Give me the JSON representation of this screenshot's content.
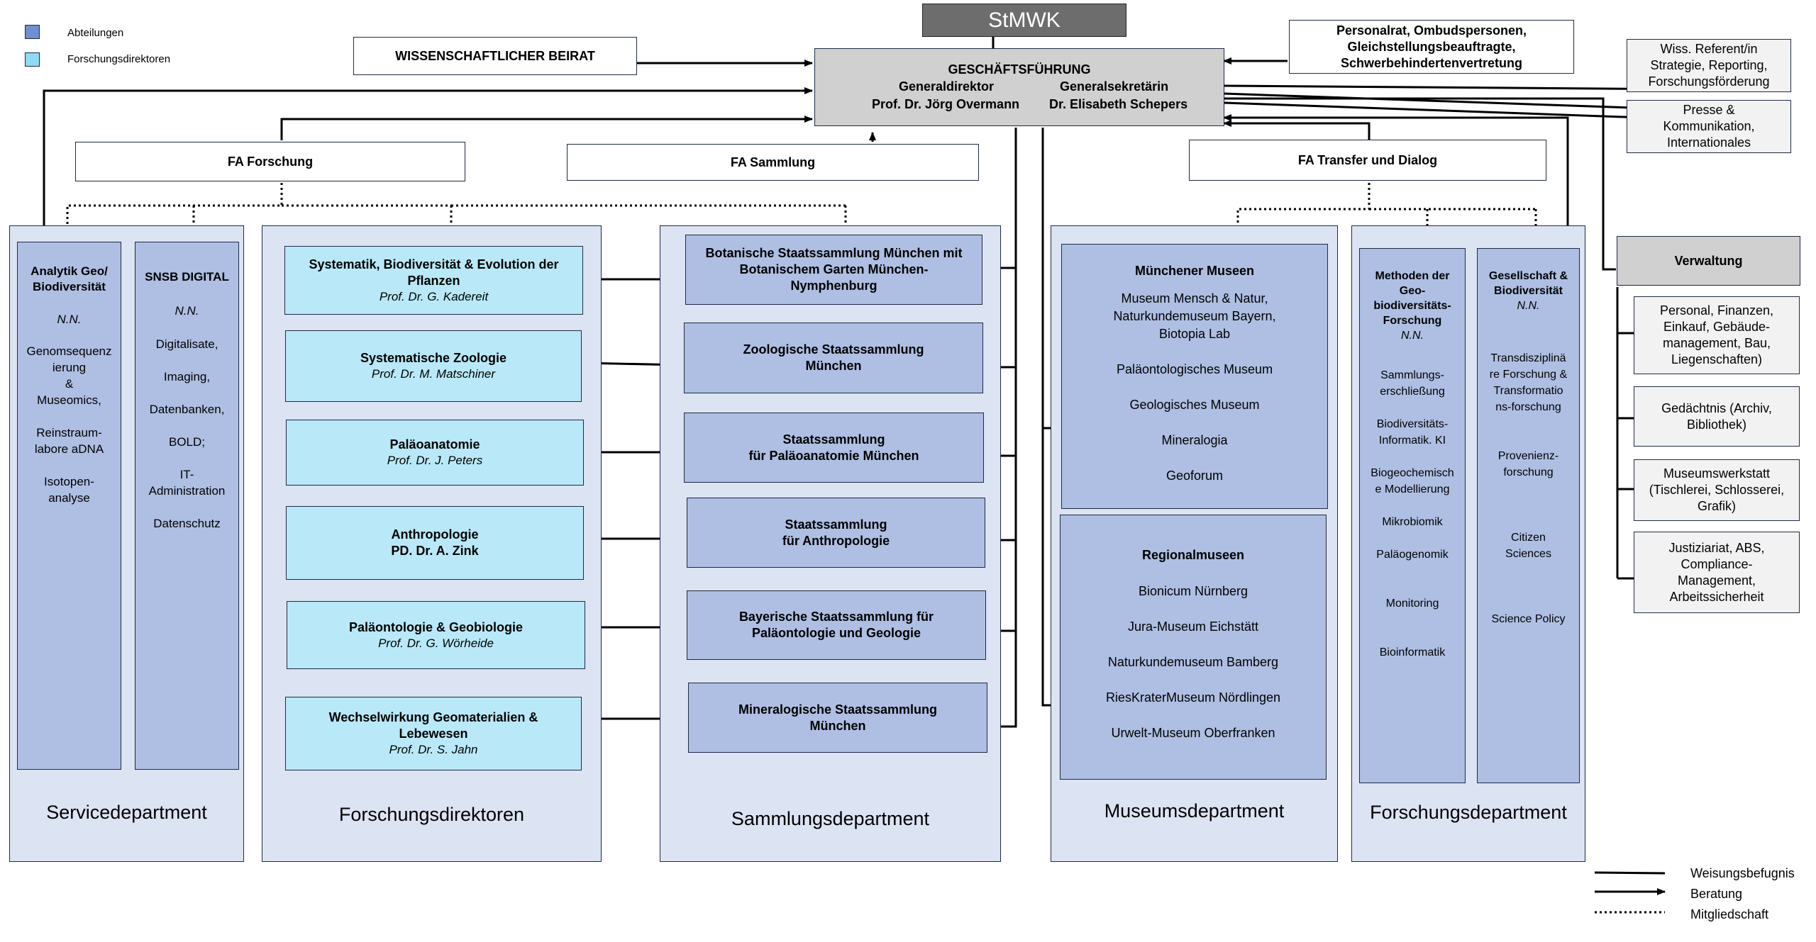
{
  "legend": {
    "abteilungen": "Abteilungen",
    "forschungsdirektoren": "Forschungsdirektoren",
    "weisung": "Weisungsbefugnis",
    "beratung": "Beratung",
    "mitglied": "Mitgliedschaft"
  },
  "colors": {
    "abteilung": "#aebfe3",
    "forschungsdirektor": "#b9e9f8",
    "department": "#dce3f3",
    "stmwk": "#6d6d6d",
    "gf": "#d0d0d0"
  },
  "stmwk": "StMWK",
  "beirat": "WISSENSCHAFTLICHER BEIRAT",
  "gf": {
    "title": "GESCHÄFTSFÜHRUNG",
    "left_role": "Generaldirektor",
    "left_name": "Prof. Dr. Jörg Overmann",
    "right_role": "Generalsekretärin",
    "right_name": "Dr. Elisabeth Schepers"
  },
  "personalrat": [
    "Personalrat, Ombudspersonen,",
    "Gleichstellungsbeauftragte,",
    "Schwerbehindertenvertretung"
  ],
  "referent": [
    "Wiss. Referent/in",
    "Strategie, Reporting,",
    "Forschungsförderung"
  ],
  "presse": [
    "Presse &",
    "Kommunikation,",
    "Internationales"
  ],
  "fa": {
    "forschung": "FA Forschung",
    "sammlung": "FA Sammlung",
    "transfer": "FA Transfer und Dialog"
  },
  "verwaltung": {
    "title": "Verwaltung",
    "items": [
      [
        "Personal, Finanzen,",
        "Einkauf, Gebäude-",
        "management, Bau,",
        "Liegenschaften)"
      ],
      [
        "Gedächtnis (Archiv,",
        "Bibliothek)"
      ],
      [
        "Museumswerkstatt",
        "(Tischlerei, Schlosserei,",
        "Grafik)"
      ],
      [
        "Justiziariat, ABS,",
        "Compliance-",
        "Management,",
        "Arbeitssicherheit"
      ]
    ]
  },
  "service": {
    "label": "Servicedepartment",
    "analytik": {
      "title": [
        "Analytik Geo/",
        "Biodiversität"
      ],
      "nn": "N.N.",
      "items": [
        "Genomsequenz",
        "ierung",
        "&",
        "Museomics,",
        "",
        "Reinstraum-",
        "labore aDNA",
        "",
        "Isotopen-",
        "analyse"
      ]
    },
    "digital": {
      "title": "SNSB DIGITAL",
      "nn": "N.N.",
      "items": [
        "Digitalisate,",
        "",
        "Imaging,",
        "",
        "Datenbanken,",
        "",
        "BOLD;",
        "",
        "IT-",
        "Administration",
        "",
        "Datenschutz"
      ]
    }
  },
  "forschungsdirektoren": {
    "label": "Forschungsdirektoren",
    "items": [
      {
        "title": "Systematik, Biodiversität & Evolution der Pflanzen",
        "person": "Prof. Dr. G. Kadereit"
      },
      {
        "title": "Systematische Zoologie",
        "person": "Prof. Dr. M. Matschiner"
      },
      {
        "title": "Paläoanatomie",
        "person": "Prof. Dr. J. Peters"
      },
      {
        "title": "Anthropologie",
        "person": "PD. Dr. A. Zink"
      },
      {
        "title": "Paläontologie & Geobiologie",
        "person": "Prof. Dr. G. Wörheide"
      },
      {
        "title": "Wechselwirkung Geomaterialien & Lebewesen",
        "person": "Prof. Dr. S. Jahn"
      }
    ]
  },
  "sammlung": {
    "label": "Sammlungsdepartment",
    "items": [
      [
        "Botanische Staatssammlung München mit",
        "Botanischem Garten München-",
        "Nymphenburg"
      ],
      [
        "Zoologische Staatssammlung",
        "München"
      ],
      [
        "Staatssammlung",
        "für Paläoanatomie München"
      ],
      [
        "Staatssammlung",
        "für Anthropologie"
      ],
      [
        "Bayerische Staatssammlung für",
        "Paläontologie und Geologie"
      ],
      [
        "Mineralogische Staatssammlung",
        "München"
      ]
    ]
  },
  "museum": {
    "label": "Museumsdepartment",
    "muenchen": {
      "title": "Münchener Museen",
      "items": [
        "Museum Mensch & Natur,",
        "Naturkundemuseum Bayern,",
        "Biotopia Lab",
        "",
        "Paläontologisches Museum",
        "",
        "Geologisches Museum",
        "",
        "Mineralogia",
        "",
        "Geoforum"
      ]
    },
    "regional": {
      "title": "Regionalmuseen",
      "items": [
        "Bionicum Nürnberg",
        "Jura-Museum Eichstätt",
        "Naturkundemuseum Bamberg",
        "RiesKraterMuseum Nördlingen",
        "Urwelt-Museum Oberfranken"
      ]
    }
  },
  "forschung": {
    "label": "Forschungsdepartment",
    "methoden": {
      "title": [
        "Methoden der",
        "Geo-",
        "biodiversitäts-",
        "Forschung"
      ],
      "nn": "N.N.",
      "items": [
        "Sammlungs-",
        "erschließung",
        "",
        "Biodiversitäts-",
        "Informatik. KI",
        "",
        "Biogeochemisch",
        "e Modellierung",
        "",
        "Mikrobiomik",
        "",
        "Paläogenomik",
        "",
        "",
        "Monitoring",
        "",
        "",
        "Bioinformatik"
      ]
    },
    "gesellschaft": {
      "title": [
        "Gesellschaft &",
        "Biodiversität"
      ],
      "nn": "N.N.",
      "items": [
        "Transdisziplinä",
        "re Forschung &",
        "Transformatio",
        "ns-forschung",
        "",
        "",
        "Provenienz-",
        "forschung",
        "",
        "",
        "",
        "Citizen",
        "Sciences",
        "",
        "",
        "",
        "Science Policy"
      ]
    }
  }
}
